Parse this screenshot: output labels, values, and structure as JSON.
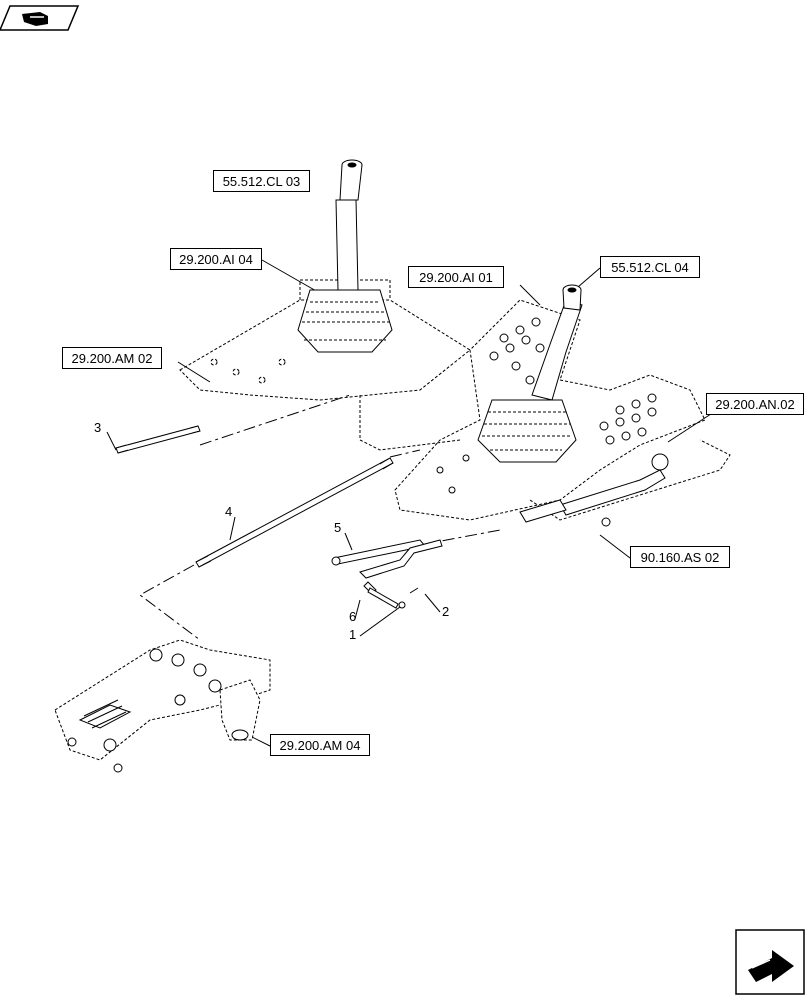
{
  "references": [
    {
      "id": "ref-55-512-cl-03",
      "label": "55.512.CL 03"
    },
    {
      "id": "ref-29-200-ai-04",
      "label": "29.200.AI 04"
    },
    {
      "id": "ref-29-200-ai-01",
      "label": "29.200.AI 01"
    },
    {
      "id": "ref-55-512-cl-04",
      "label": "55.512.CL 04"
    },
    {
      "id": "ref-29-200-am-02",
      "label": "29.200.AM 02"
    },
    {
      "id": "ref-29-200-an-02",
      "label": "29.200.AN.02"
    },
    {
      "id": "ref-90-160-as-02",
      "label": "90.160.AS 02"
    },
    {
      "id": "ref-29-200-am-04",
      "label": "29.200.AM 04"
    }
  ],
  "callouts": [
    {
      "id": "callout-1",
      "label": "1"
    },
    {
      "id": "callout-2",
      "label": "2"
    },
    {
      "id": "callout-3",
      "label": "3"
    },
    {
      "id": "callout-4",
      "label": "4"
    },
    {
      "id": "callout-5",
      "label": "5"
    },
    {
      "id": "callout-6",
      "label": "6"
    }
  ],
  "icons": {
    "top_left": "book-hand-icon",
    "bottom_right": "next-page-arrow-icon"
  }
}
